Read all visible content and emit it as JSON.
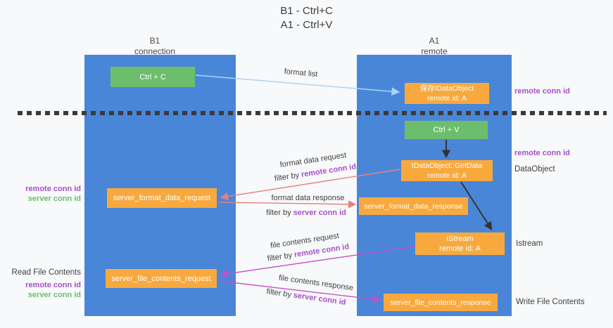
{
  "title": {
    "line1": "B1 - Ctrl+C",
    "line2": "A1 - Ctrl+V"
  },
  "lanes": {
    "left": {
      "name": "B1",
      "subtitle": "connection"
    },
    "right": {
      "name": "A1",
      "subtitle": "remote"
    }
  },
  "nodes": {
    "ctrl_c": {
      "label": "Ctrl + C"
    },
    "ctrl_v": {
      "label": "Ctrl + V"
    },
    "save_dataobject": {
      "line1": "保存IDataObject",
      "line2": "remote id: A"
    },
    "getdata": {
      "line1": "IDataObject::GetData",
      "line2": "remote id: A"
    },
    "istream": {
      "line1": "IStream",
      "line2": "remote id: A"
    },
    "server_format_data_request": {
      "label": "server_format_data_request"
    },
    "server_format_data_response": {
      "label": "server_format_data_response"
    },
    "server_file_contents_request": {
      "label": "server_file_contents_request"
    },
    "server_file_contents_response": {
      "label": "server_file_contents_response"
    }
  },
  "arrows": {
    "format_list": {
      "label": "format list"
    },
    "format_data_request": {
      "label": "format data request",
      "filter_prefix": "filter by ",
      "filter_key": "remote conn id"
    },
    "format_data_response": {
      "label": "format data response",
      "filter_prefix": "filter by ",
      "filter_key": "server conn id"
    },
    "file_contents_request": {
      "label": "file contents request",
      "filter_prefix": "filter by ",
      "filter_key": "remote conn id"
    },
    "file_contents_response": {
      "label": "file contents response",
      "filter_prefix": "filter by ",
      "filter_key": "server conn id"
    }
  },
  "side_labels": {
    "right_remote_conn_id_1": "remote conn id",
    "right_remote_conn_id_2": "remote conn id",
    "dataobject": "DataObject",
    "istream": "Istream",
    "write_file_contents": "Write File Contents",
    "left_remote_conn_id_1": "remote conn id",
    "left_server_conn_id_1": "server conn id",
    "read_file_contents": "Read File Contents",
    "left_remote_conn_id_2": "remote conn id",
    "left_server_conn_id_2": "server conn id"
  },
  "colors": {
    "lane_blue": "#4a86d8",
    "box_green": "#6cbe6c",
    "box_orange": "#f8a93e",
    "highlight_purple": "#a450c8",
    "highlight_green": "#6abf69",
    "arrow_blue": "#aad4f5",
    "arrow_salmon": "#e8817b",
    "arrow_magenta": "#c94ec9",
    "arrow_black": "#333333"
  }
}
